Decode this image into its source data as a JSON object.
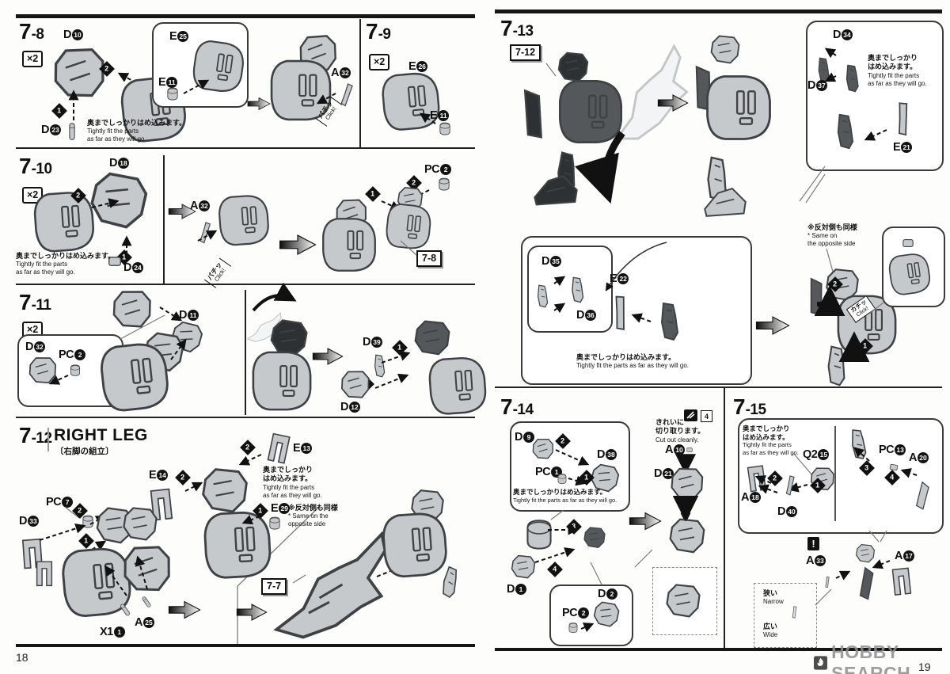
{
  "footer": {
    "left_page": "18",
    "right_page": "19",
    "brand": "HOBBY SEARCH"
  },
  "markers": {
    "m1": "1",
    "m2": "2",
    "m3": "3",
    "m4": "4"
  },
  "refs": {
    "r7_7": "7-7",
    "r7_8": "7-8",
    "r7_12": "7-12"
  },
  "labels": {
    "x2": "×2",
    "warning": "!",
    "tool_number": "4"
  },
  "notes": {
    "tight_jp": "奥までしっかりはめ込みます。",
    "tight_jp_l1": "奥までしっかり",
    "tight_jp_l2": "はめ込みます。",
    "tight_en_l1": "Tightly fit the parts",
    "tight_en_l2": "as far as they will go.",
    "tight_en": "Tightly fit the parts as far as they will go.",
    "opposite_jp": "※反対側も同様",
    "opposite_en_l1": "* Same on",
    "opposite_en_l2": "the opposite side",
    "opposite_en_l1b": "* Same on the",
    "opposite_en_l2b": "opposite side",
    "cut_jp_l1": "きれいに",
    "cut_jp_l2": "切り取ります。",
    "cut_en": "Cut out cleanly.",
    "click_jp": "パチッ",
    "click_jp_alt": "カチッ",
    "click_en": "Click!",
    "narrow_jp": "狭い",
    "narrow_en": "Narrow",
    "wide_jp": "広い",
    "wide_en": "Wide"
  },
  "steps": {
    "s7_8": {
      "major": "7",
      "minor": "-8"
    },
    "s7_9": {
      "major": "7",
      "minor": "-9"
    },
    "s7_10": {
      "major": "7",
      "minor": "-10"
    },
    "s7_11": {
      "major": "7",
      "minor": "-11"
    },
    "s7_12": {
      "major": "7",
      "minor": "-12",
      "title": "RIGHT LEG",
      "subtitle": "〔右脚の組立〕"
    },
    "s7_13": {
      "major": "7",
      "minor": "-13"
    },
    "s7_14": {
      "major": "7",
      "minor": "-14"
    },
    "s7_15": {
      "major": "7",
      "minor": "-15"
    }
  },
  "parts": {
    "d10": {
      "l": "D",
      "n": "10"
    },
    "d23": {
      "l": "D",
      "n": "23"
    },
    "e25": {
      "l": "E",
      "n": "25"
    },
    "e11": {
      "l": "E",
      "n": "11"
    },
    "a32": {
      "l": "A",
      "n": "32"
    },
    "e26": {
      "l": "E",
      "n": "26"
    },
    "d18": {
      "l": "D",
      "n": "18"
    },
    "d24": {
      "l": "D",
      "n": "24"
    },
    "pc2": {
      "l": "PC",
      "n": "2"
    },
    "d32": {
      "l": "D",
      "n": "32"
    },
    "d11": {
      "l": "D",
      "n": "11"
    },
    "d39": {
      "l": "D",
      "n": "39"
    },
    "d12": {
      "l": "D",
      "n": "12"
    },
    "pc7": {
      "l": "PC",
      "n": "7"
    },
    "d33": {
      "l": "D",
      "n": "33"
    },
    "e14": {
      "l": "E",
      "n": "14"
    },
    "e13": {
      "l": "E",
      "n": "13"
    },
    "e29": {
      "l": "E",
      "n": "29"
    },
    "x1": {
      "l": "X1",
      "n": "1"
    },
    "a25": {
      "l": "A",
      "n": "25"
    },
    "d34": {
      "l": "D",
      "n": "34"
    },
    "d37": {
      "l": "D",
      "n": "37"
    },
    "e21": {
      "l": "E",
      "n": "21"
    },
    "d35": {
      "l": "D",
      "n": "35"
    },
    "d36": {
      "l": "D",
      "n": "36"
    },
    "e22": {
      "l": "E",
      "n": "22"
    },
    "d9": {
      "l": "D",
      "n": "9"
    },
    "d38": {
      "l": "D",
      "n": "38"
    },
    "pc1": {
      "l": "PC",
      "n": "1"
    },
    "a10": {
      "l": "A",
      "n": "10"
    },
    "d21": {
      "l": "D",
      "n": "21"
    },
    "d1": {
      "l": "D",
      "n": "1"
    },
    "d2": {
      "l": "D",
      "n": "2"
    },
    "q2_15": {
      "l": "Q2",
      "n": "15"
    },
    "a18": {
      "l": "A",
      "n": "18"
    },
    "d40": {
      "l": "D",
      "n": "40"
    },
    "pc13": {
      "l": "PC",
      "n": "13"
    },
    "a20": {
      "l": "A",
      "n": "20"
    },
    "a33": {
      "l": "A",
      "n": "33"
    },
    "a17": {
      "l": "A",
      "n": "17"
    }
  }
}
